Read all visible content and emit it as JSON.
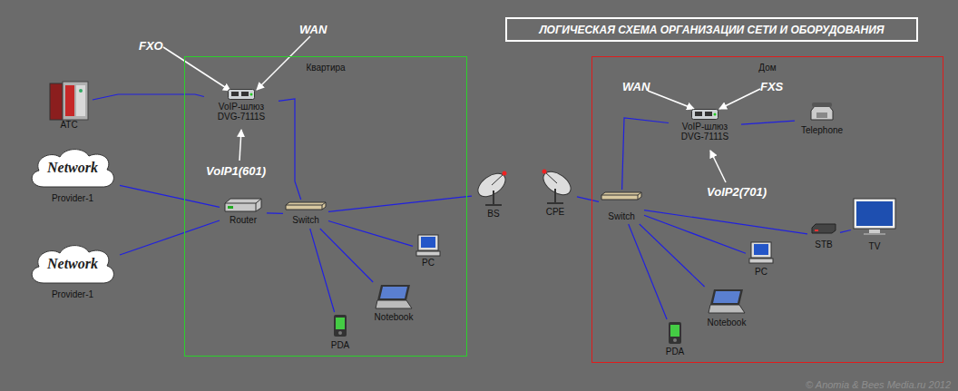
{
  "diagram": {
    "title": "ЛОГИЧЕСКАЯ СХЕМА ОРГАНИЗАЦИИ СЕТИ И ОБОРУДОВАНИЯ",
    "nodes": [
      {
        "text": [
          "АТС"
        ]
      },
      {
        "text": [
          "Network",
          "Provider-1"
        ]
      },
      {
        "text": [
          "Network",
          "Provider-1"
        ]
      },
      {
        "text": [
          "Квартира"
        ]
      },
      {
        "text": [
          "VoIP-шлюз DVG-7111S"
        ],
        "in": 3
      },
      {
        "text": [
          "Router"
        ],
        "in": 3
      },
      {
        "text": [
          "Switch"
        ],
        "in": 3
      },
      {
        "text": [
          "PC"
        ],
        "in": 3
      },
      {
        "text": [
          "Notebook"
        ],
        "in": 3
      },
      {
        "text": [
          "PDA"
        ],
        "in": 3
      },
      {
        "text": [
          "BS"
        ]
      },
      {
        "text": [
          "CPE"
        ]
      },
      {
        "text": [
          "Дом"
        ]
      },
      {
        "text": [
          "VoIP-шлюз DVG-7111S"
        ],
        "in": 12
      },
      {
        "text": [
          "Telephone"
        ],
        "in": 12
      },
      {
        "text": [
          "Switch"
        ],
        "in": 12
      },
      {
        "text": [
          "STB"
        ],
        "in": 12
      },
      {
        "text": [
          "TV"
        ],
        "in": 12
      },
      {
        "text": [
          "PC"
        ],
        "in": 12
      },
      {
        "text": [
          "Notebook"
        ],
        "in": 12
      },
      {
        "text": [
          "PDA"
        ],
        "in": 12
      }
    ],
    "edges": [
      {
        "from": 0,
        "to": 4,
        "arrow": "none"
      },
      {
        "from": 1,
        "to": 5,
        "arrow": "none"
      },
      {
        "from": 2,
        "to": 5,
        "arrow": "none"
      },
      {
        "from": 5,
        "to": 6,
        "arrow": "none"
      },
      {
        "from": 4,
        "to": 6,
        "arrow": "none"
      },
      {
        "from": 6,
        "to": 7,
        "arrow": "none"
      },
      {
        "from": 6,
        "to": 8,
        "arrow": "none"
      },
      {
        "from": 6,
        "to": 9,
        "arrow": "none"
      },
      {
        "from": 6,
        "to": 10,
        "arrow": "none"
      },
      {
        "from": 11,
        "to": 15,
        "arrow": "none"
      },
      {
        "from": 15,
        "to": 13,
        "arrow": "none"
      },
      {
        "from": 13,
        "to": 14,
        "arrow": "none"
      },
      {
        "from": 15,
        "to": 16,
        "arrow": "none"
      },
      {
        "from": 16,
        "to": 17,
        "arrow": "none"
      },
      {
        "from": 15,
        "to": 18,
        "arrow": "none"
      },
      {
        "from": 15,
        "to": 19,
        "arrow": "none"
      },
      {
        "from": 15,
        "to": 20,
        "arrow": "none"
      }
    ],
    "labels": [
      "FXO",
      "WAN",
      "VoIP1(601)",
      "WAN",
      "FXS",
      "VoIP2(701)",
      "© Anomia & Bees Media.ru 2012"
    ]
  }
}
